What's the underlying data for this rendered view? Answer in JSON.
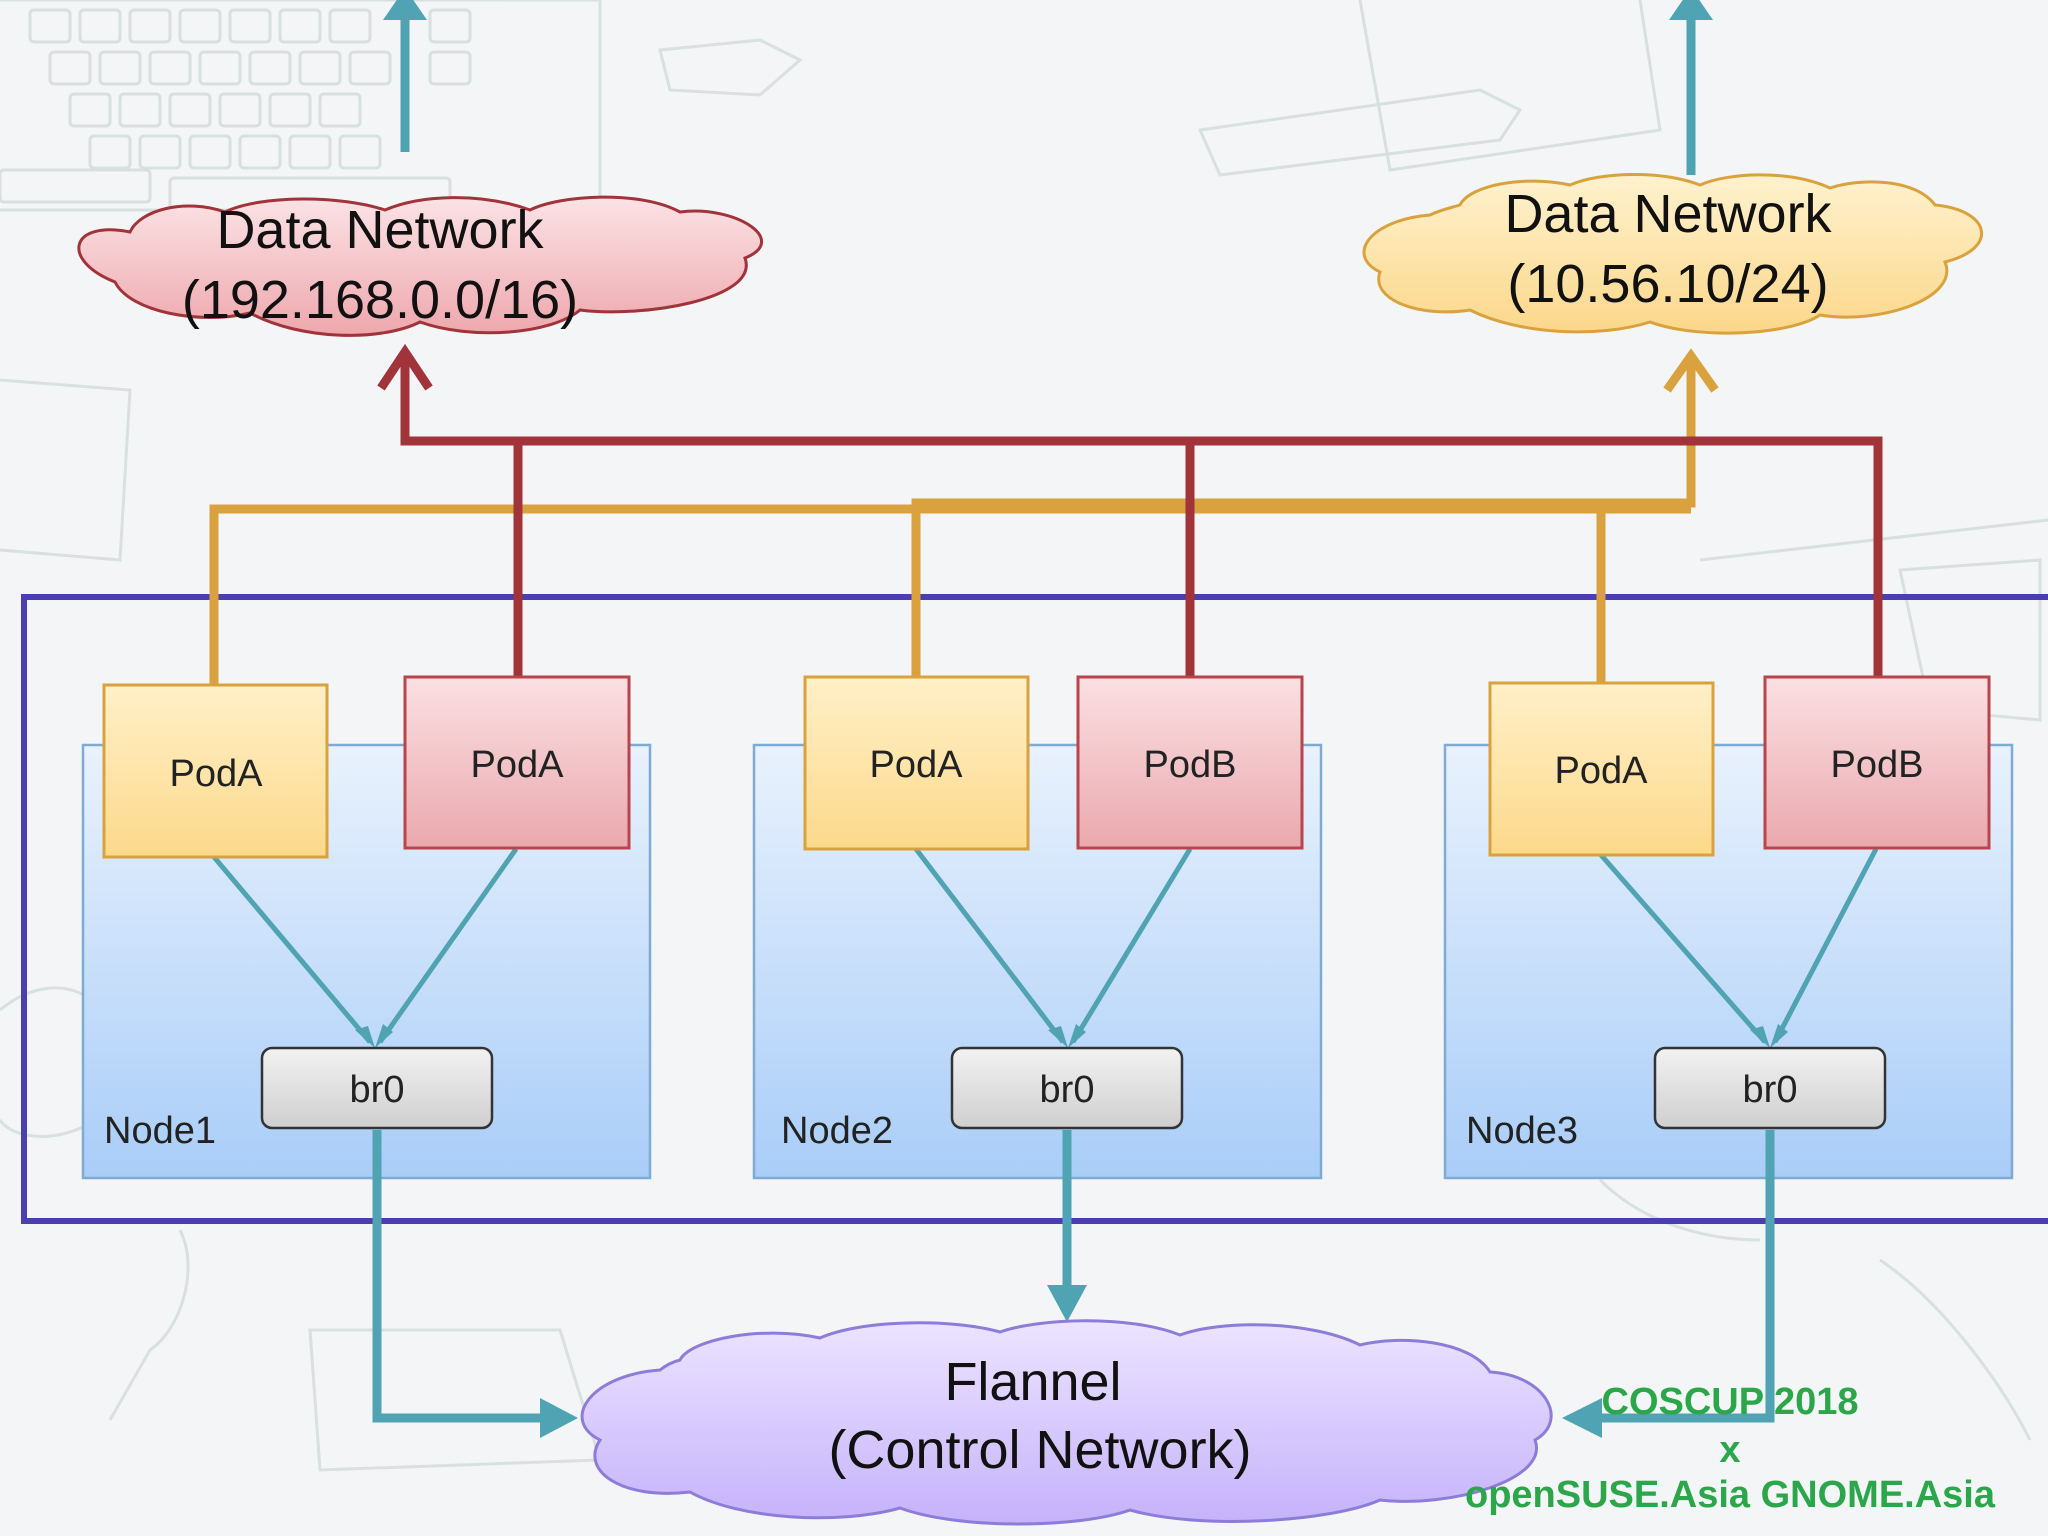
{
  "data_network_1": {
    "title": "Data Network",
    "subnet": "(192.168.0.0/16)",
    "color": "#a1333a"
  },
  "data_network_2": {
    "title": "Data Network",
    "subnet": "(10.56.10/24)",
    "color": "#d9a23e"
  },
  "flannel": {
    "title": "Flannel",
    "subtitle": "(Control Network)"
  },
  "nodes": [
    {
      "label": "Node1",
      "pods": [
        "PodA",
        "PodA"
      ],
      "bridge": "br0"
    },
    {
      "label": "Node2",
      "pods": [
        "PodA",
        "PodB"
      ],
      "bridge": "br0"
    },
    {
      "label": "Node3",
      "pods": [
        "PodA",
        "PodB"
      ],
      "bridge": "br0"
    }
  ],
  "footer": {
    "line1": "COSCUP 2018",
    "line2": "x",
    "line3": "openSUSE.Asia GNOME.Asia",
    "color": "#2ca64a"
  },
  "colors": {
    "cluster_border": "#4b3fb0",
    "control_line": "#4fa3b2",
    "node_fill": "#cfe3fb",
    "pod_yellow": "#fde3a4",
    "pod_red": "#f0c4c7",
    "bridge_fill": "#e3e3e3"
  }
}
